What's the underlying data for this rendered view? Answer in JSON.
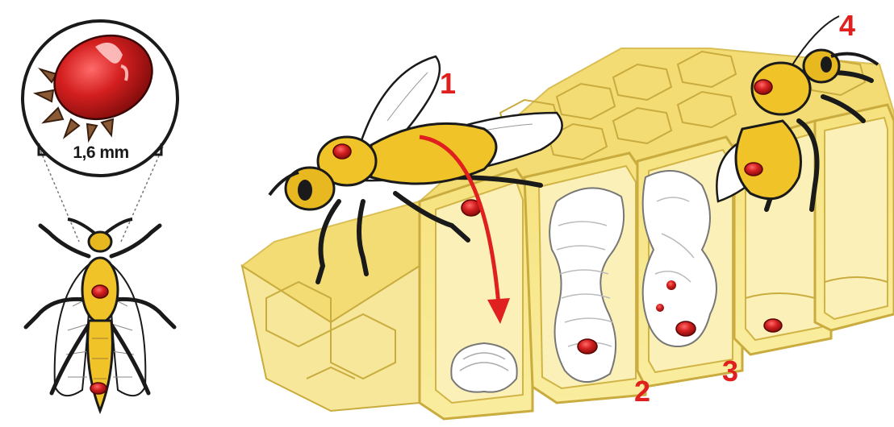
{
  "colors": {
    "mite": "#d41f1f",
    "mite_dark": "#8a0d0d",
    "honeycomb": "#f2d96a",
    "honeycomb_dark": "#c9a838",
    "bee_body": "#e8b820",
    "outline": "#1a1a1a",
    "label_red": "#e0201e"
  },
  "scale": {
    "label": "1,6 mm"
  },
  "steps": [
    {
      "label": "1"
    },
    {
      "label": "2"
    },
    {
      "label": "3"
    },
    {
      "label": "4"
    }
  ]
}
